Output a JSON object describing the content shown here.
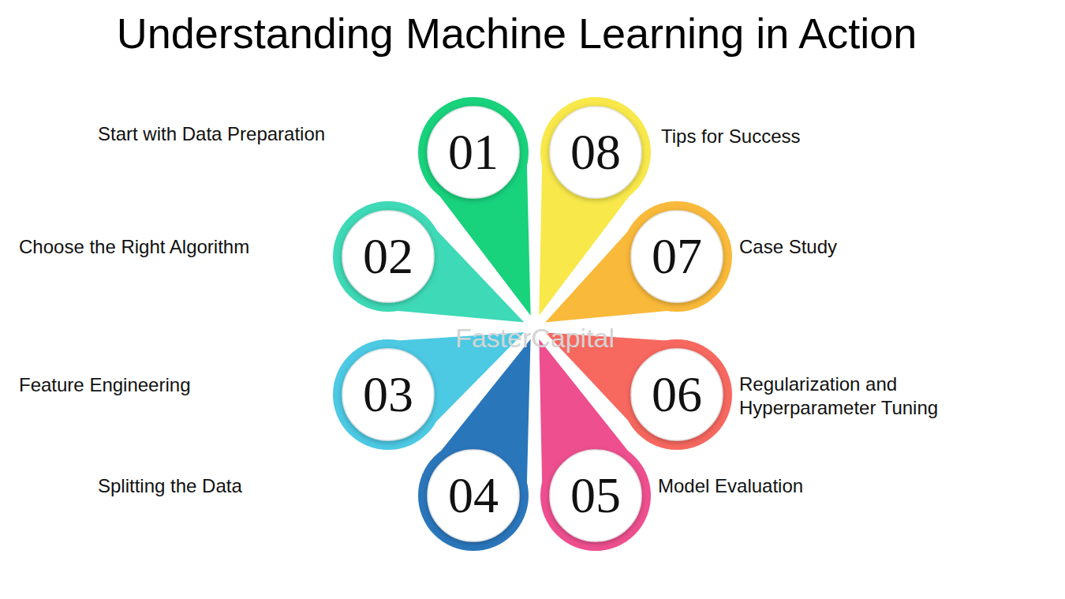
{
  "diagram": {
    "title": "Understanding Machine Learning in Action",
    "nodes": [
      {
        "text": [
          "01",
          "Start with Data Preparation"
        ]
      },
      {
        "text": [
          "02",
          "Choose the Right Algorithm"
        ]
      },
      {
        "text": [
          "03",
          "Feature Engineering"
        ]
      },
      {
        "text": [
          "04",
          "Splitting the Data"
        ]
      },
      {
        "text": [
          "05",
          "Model Evaluation"
        ]
      },
      {
        "text": [
          "06",
          "Regularization and Hyperparameter Tuning"
        ]
      },
      {
        "text": [
          "07",
          "Case Study"
        ]
      },
      {
        "text": [
          "08",
          "Tips for Success"
        ]
      }
    ],
    "labels": [
      "FasterCapital"
    ]
  }
}
